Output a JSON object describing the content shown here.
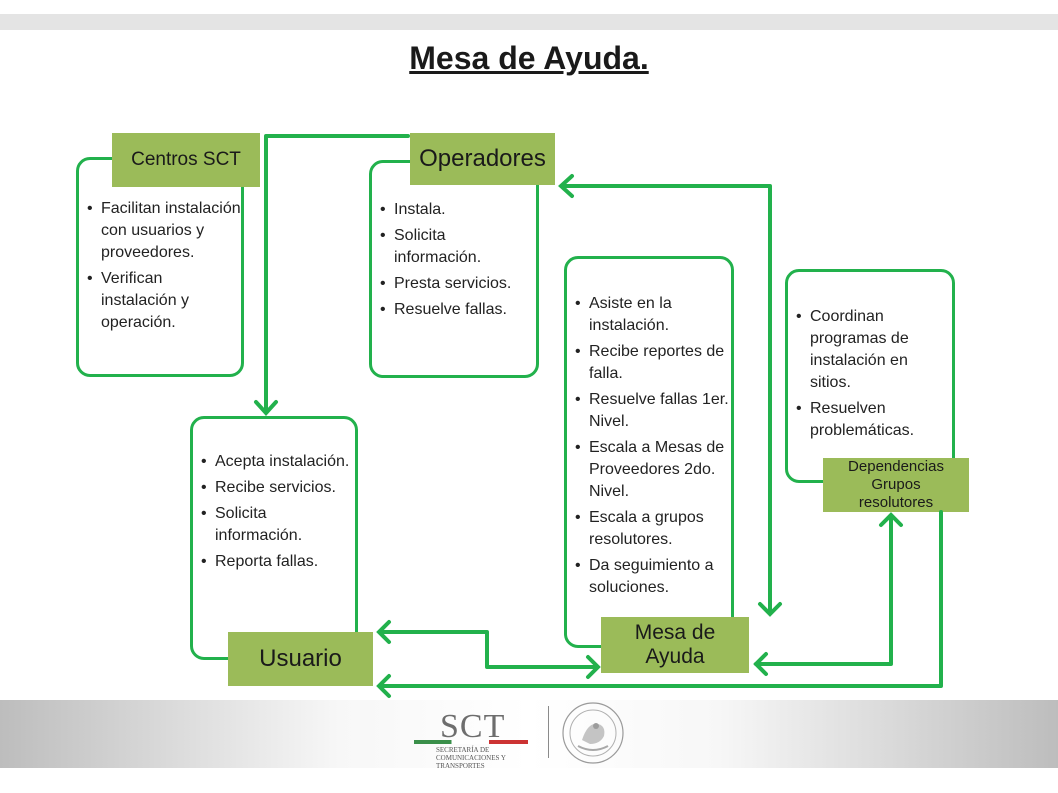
{
  "title": "Mesa de Ayuda.",
  "nodes": {
    "centros": {
      "label": "Centros SCT",
      "items": [
        "Facilitan instalación con usuarios y proveedores.",
        "Verifican instalación y operación."
      ]
    },
    "operadores": {
      "label": "Operadores",
      "items": [
        "Instala.",
        "Solicita información.",
        "Presta servicios.",
        "Resuelve fallas."
      ]
    },
    "usuario": {
      "label": "Usuario",
      "items": [
        "Acepta instalación.",
        "Recibe servicios.",
        "Solicita información.",
        "Reporta fallas."
      ]
    },
    "mesa": {
      "label": "Mesa de Ayuda",
      "items": [
        "Asiste en la instalación.",
        "Recibe reportes de falla.",
        "Resuelve fallas 1er. Nivel.",
        "Escala a Mesas de Proveedores 2do. Nivel.",
        "Escala a grupos resolutores.",
        "Da seguimiento a soluciones."
      ]
    },
    "dependencias": {
      "label": "Dependencias Grupos resolutores",
      "items": [
        "Coordinan programas de instalación en sitios.",
        "Resuelven problemáticas."
      ]
    }
  },
  "footer": {
    "sct_logo_text": "SCT",
    "sct_logo_subtitle": "SECRETARÍA DE COMUNICACIONES Y TRANSPORTES",
    "seal": "mexican-coat-of-arms-seal"
  },
  "colors": {
    "accent_green": "#22b14c",
    "label_green": "#9bbb59"
  }
}
